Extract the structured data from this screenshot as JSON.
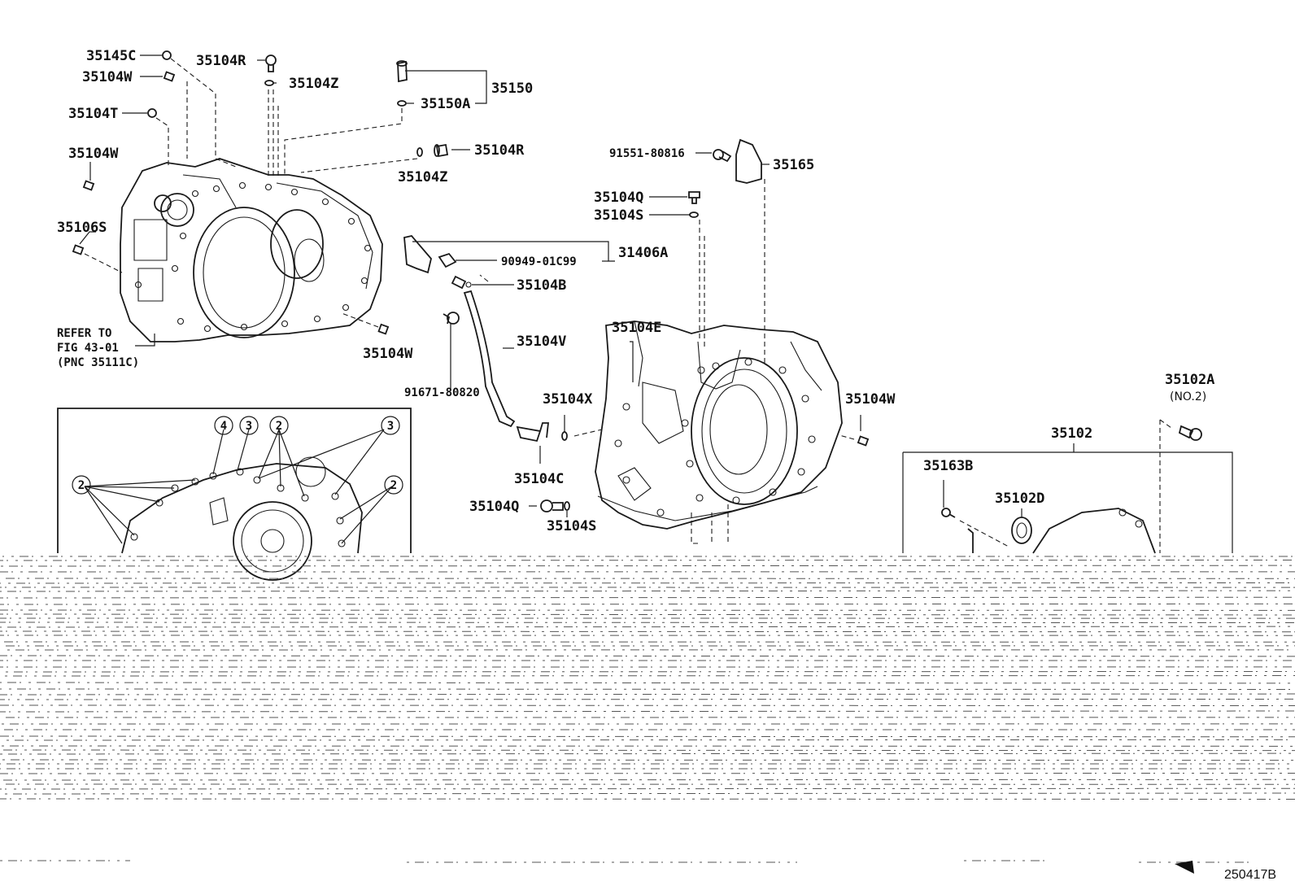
{
  "figure_id": "250417B",
  "callouts": {
    "c_35145C": "35145C",
    "c_35104R_a": "35104R",
    "c_35104W_a": "35104W",
    "c_35104Z_a": "35104Z",
    "c_35150": "35150",
    "c_35150A": "35150A",
    "c_35104T": "35104T",
    "c_35104R_b": "35104R",
    "c_35104Z_b": "35104Z",
    "c_35104W_b": "35104W",
    "c_35106S": "35106S",
    "c_refer1": "REFER TO",
    "c_refer2": "FIG 43-01",
    "c_refer3": "(PNC 35111C)",
    "c_35104W_c": "35104W",
    "c_91551": "91551-80816",
    "c_35165": "35165",
    "c_35104Q_a": "35104Q",
    "c_35104S_a": "35104S",
    "c_90949": "90949-01C99",
    "c_31406A": "31406A",
    "c_35104B": "35104B",
    "c_35104E": "35104E",
    "c_35104V": "35104V",
    "c_91671": "91671-80820",
    "c_35104X": "35104X",
    "c_35104W_d": "35104W",
    "c_35102A": "35102A",
    "c_no2": "(NO.2)",
    "c_35102": "35102",
    "c_35104C": "35104C",
    "c_35163B": "35163B",
    "c_35102D": "35102D",
    "c_35104Q_b": "35104Q",
    "c_35104S_b": "35104S"
  },
  "detail_markers": {
    "m4": "4",
    "m3a": "3",
    "m2a": "2",
    "m3b": "3",
    "m2b": "2",
    "m2c": "2"
  }
}
